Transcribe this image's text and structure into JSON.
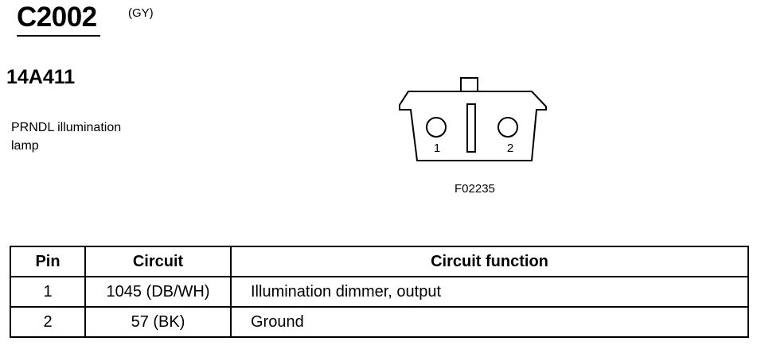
{
  "header": {
    "connector_id": "C2002",
    "connector_color": "(GY)",
    "part_number": "14A411",
    "component_name": "PRNDL illumination\nlamp"
  },
  "diagram": {
    "pin_labels": [
      "1",
      "2"
    ],
    "figure_code": "F02235"
  },
  "table": {
    "headers": {
      "pin": "Pin",
      "circuit": "Circuit",
      "function": "Circuit function"
    },
    "rows": [
      {
        "pin": "1",
        "circuit": "1045 (DB/WH)",
        "function": "Illumination dimmer, output"
      },
      {
        "pin": "2",
        "circuit": "57 (BK)",
        "function": "Ground"
      }
    ]
  }
}
